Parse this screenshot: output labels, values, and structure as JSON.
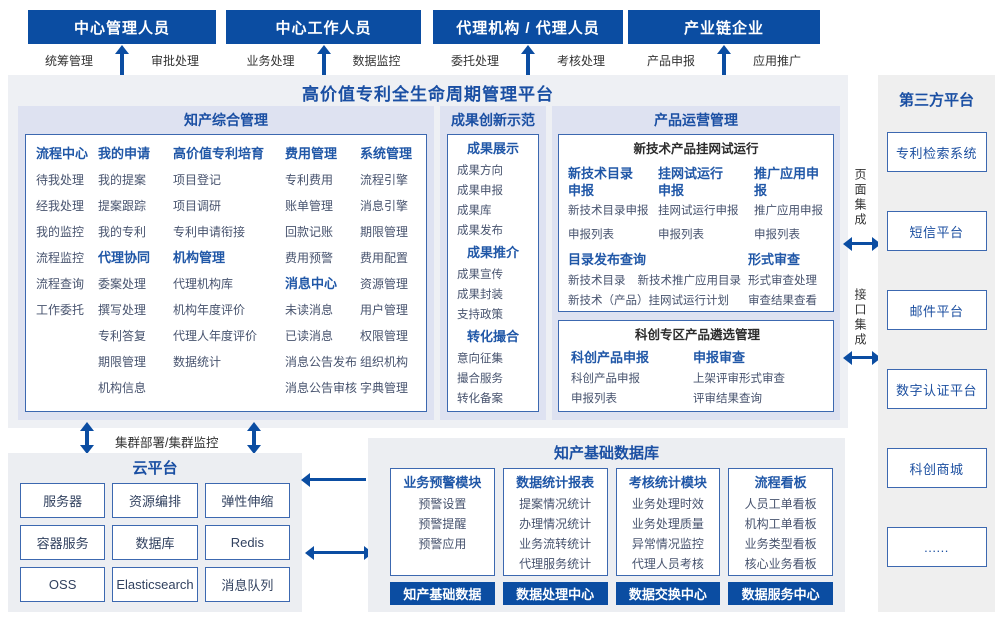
{
  "colors": {
    "primary_blue": "#0b4da2",
    "title_blue": "#1a4fa3",
    "group_header_blue": "#2057a7",
    "item_text": "#47536e",
    "section_lavender": "#dee2f1",
    "platform_gray": "#eef0f4",
    "box_border_blue": "#3c68b0"
  },
  "top_roles": [
    {
      "title": "中心管理人员",
      "left_label": "统筹管理",
      "right_label": "审批处理"
    },
    {
      "title": "中心工作人员",
      "left_label": "业务处理",
      "right_label": "数据监控"
    },
    {
      "title": "代理机构 / 代理人员",
      "left_label": "委托处理",
      "right_label": "考核处理"
    },
    {
      "title": "产业链企业",
      "left_label": "产品申报",
      "right_label": "应用推广"
    }
  ],
  "platform": {
    "title": "高价值专利全生命周期管理平台",
    "ip": {
      "title": "知产综合管理",
      "columns": [
        {
          "groups": [
            {
              "title": "流程中心",
              "items": [
                "待我处理",
                "经我处理",
                "我的监控",
                "流程监控",
                "流程查询",
                "工作委托"
              ]
            }
          ]
        },
        {
          "groups": [
            {
              "title": "我的申请",
              "items": [
                "我的提案",
                "提案跟踪",
                "我的专利"
              ]
            },
            {
              "title": "代理协同",
              "items": [
                "委案处理",
                "撰写处理",
                "专利答复",
                "期限管理",
                "机构信息"
              ]
            }
          ]
        },
        {
          "groups": [
            {
              "title": "高价值专利培育",
              "items": [
                "项目登记",
                "项目调研",
                "专利申请衔接"
              ]
            },
            {
              "title": "机构管理",
              "items": [
                "代理机构库",
                "机构年度评价",
                "代理人年度评价",
                "数据统计"
              ]
            }
          ]
        },
        {
          "groups": [
            {
              "title": "费用管理",
              "items": [
                "专利费用",
                "账单管理",
                "回款记账",
                "费用预警"
              ]
            },
            {
              "title": "消息中心",
              "items": [
                "未读消息",
                "已读消息",
                "消息公告发布",
                "消息公告审核"
              ]
            }
          ]
        },
        {
          "groups": [
            {
              "title": "系统管理",
              "items": [
                "流程引擎",
                "消息引擎",
                "期限管理",
                "费用配置",
                "资源管理",
                "用户管理",
                "权限管理",
                "组织机构",
                "字典管理"
              ]
            }
          ]
        }
      ]
    },
    "achievements": {
      "title": "成果创新示范",
      "groups": [
        {
          "title": "成果展示",
          "items": [
            "成果方向",
            "成果申报",
            "成果库",
            "成果发布"
          ]
        },
        {
          "title": "成果推介",
          "items": [
            "成果宣传",
            "成果封装",
            "支持政策"
          ]
        },
        {
          "title": "转化撮合",
          "items": [
            "意向征集",
            "撮合服务",
            "转化备案"
          ]
        }
      ]
    },
    "product": {
      "title": "产品运营管理",
      "box1": {
        "title": "新技术产品挂网试运行",
        "columns": [
          {
            "title": "新技术目录\n申报",
            "items": [
              "新技术目录申报",
              "申报列表"
            ]
          },
          {
            "title": "挂网试运行\n申报",
            "items": [
              "挂网试运行申报",
              "申报列表"
            ]
          },
          {
            "title": "推广应用申报",
            "items": [
              "推广应用申报",
              "申报列表"
            ]
          }
        ],
        "catalog": {
          "title": "目录发布查询",
          "items": [
            "新技术目录",
            "新技术推广应用目录",
            "新技术（产品）挂网试运行计划"
          ]
        },
        "formal": {
          "title": "形式审查",
          "items": [
            "形式审查处理",
            "审查结果查看"
          ]
        }
      },
      "box2": {
        "title": "科创专区产品遴选管理",
        "columns": [
          {
            "title": "科创产品申报",
            "items": [
              "科创产品申报",
              "申报列表"
            ]
          },
          {
            "title": "申报审查",
            "items": [
              "上架评审形式审查",
              "评审结果查询"
            ]
          }
        ]
      }
    }
  },
  "integration": {
    "page": "页面集成",
    "api": "接口集成"
  },
  "third_party": {
    "title": "第三方平台",
    "items": [
      "专利检索系统",
      "短信平台",
      "邮件平台",
      "数字认证平台",
      "科创商城",
      "......"
    ]
  },
  "cluster_label": "集群部署/集群监控",
  "cloud": {
    "title": "云平台",
    "items": [
      "服务器",
      "资源编排",
      "弹性伸缩",
      "容器服务",
      "数据库",
      "Redis",
      "OSS",
      "Elasticsearch",
      "消息队列"
    ]
  },
  "data_platform": {
    "title": "知产基础数据库",
    "modules": [
      {
        "title": "业务预警模块",
        "items": [
          "预警设置",
          "预警提醒",
          "预警应用"
        ],
        "footer": "知产基础数据"
      },
      {
        "title": "数据统计报表",
        "items": [
          "提案情况统计",
          "办理情况统计",
          "业务流转统计",
          "代理服务统计"
        ],
        "footer": "数据处理中心"
      },
      {
        "title": "考核统计模块",
        "items": [
          "业务处理时效",
          "业务处理质量",
          "异常情况监控",
          "代理人员考核"
        ],
        "footer": "数据交换中心"
      },
      {
        "title": "流程看板",
        "items": [
          "人员工单看板",
          "机构工单看板",
          "业务类型看板",
          "核心业务看板"
        ],
        "footer": "数据服务中心"
      }
    ]
  }
}
